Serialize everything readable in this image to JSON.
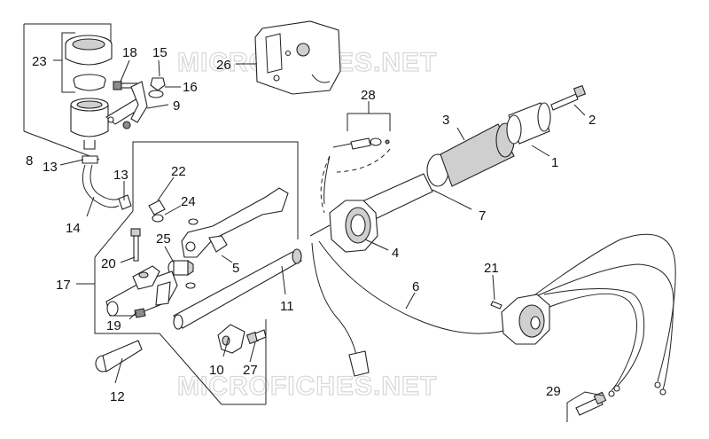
{
  "watermarks": [
    "MICROFICHES.NET",
    "MICROFICHES.NET"
  ],
  "callouts": [
    "1",
    "2",
    "3",
    "4",
    "5",
    "6",
    "7",
    "8",
    "9",
    "10",
    "11",
    "12",
    "13",
    "13",
    "14",
    "15",
    "16",
    "17",
    "18",
    "19",
    "20",
    "21",
    "22",
    "23",
    "24",
    "25",
    "26",
    "27",
    "28",
    "29"
  ]
}
